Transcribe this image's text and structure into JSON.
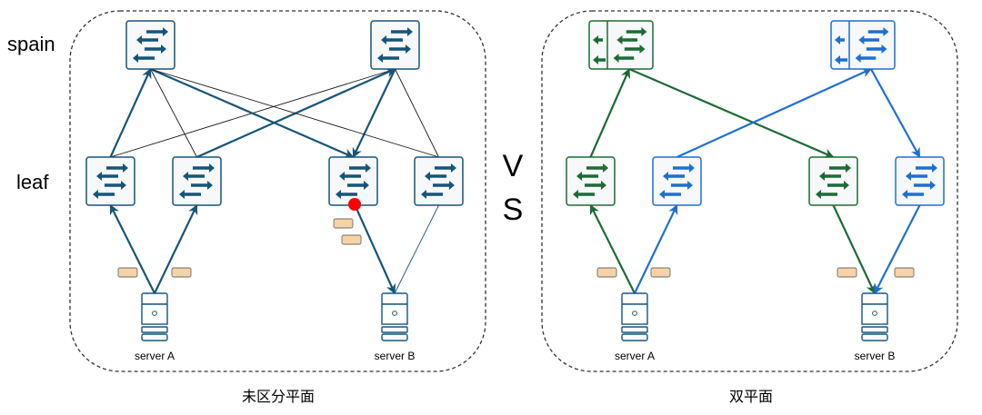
{
  "labels": {
    "spine": "spain",
    "leaf": "leaf",
    "vs_v": "V",
    "vs_s": "S"
  },
  "colors": {
    "navy": "#15557a",
    "green": "#1c6b35",
    "blue": "#1f6fd1",
    "red_dot": "#ff0000",
    "packet_fill": "#f6d3a6",
    "packet_stroke": "#6b6b6b",
    "box_fill": "#f7f8f9",
    "thin_line": "#1a1a1a"
  },
  "panels": [
    {
      "id": "single-plane",
      "caption": "未区分平面",
      "servers": [
        {
          "id": "A",
          "label": "server A"
        },
        {
          "id": "B",
          "label": "server B"
        }
      ],
      "spines": [
        {
          "id": "S1",
          "color": "navy",
          "dual": false
        },
        {
          "id": "S2",
          "color": "navy",
          "dual": false
        }
      ],
      "leaves": [
        {
          "id": "L1",
          "color": "navy"
        },
        {
          "id": "L2",
          "color": "navy"
        },
        {
          "id": "L3",
          "color": "navy",
          "congestion_marker": true
        },
        {
          "id": "L4",
          "color": "navy"
        }
      ],
      "links": [
        {
          "from": "L1",
          "to": "S1",
          "color": "navy",
          "style": "bold",
          "arrow": "end"
        },
        {
          "from": "L1",
          "to": "S2",
          "color": "thin",
          "style": "thin",
          "arrow": "none"
        },
        {
          "from": "L2",
          "to": "S1",
          "color": "thin",
          "style": "thin",
          "arrow": "none"
        },
        {
          "from": "L2",
          "to": "S2",
          "color": "navy",
          "style": "bold",
          "arrow": "end"
        },
        {
          "from": "S1",
          "to": "L3",
          "color": "navy",
          "style": "bold",
          "arrow": "end"
        },
        {
          "from": "S2",
          "to": "L3",
          "color": "navy",
          "style": "bold",
          "arrow": "end"
        },
        {
          "from": "S1",
          "to": "L4",
          "color": "thin",
          "style": "thin",
          "arrow": "none"
        },
        {
          "from": "S2",
          "to": "L4",
          "color": "thin",
          "style": "thin",
          "arrow": "none"
        },
        {
          "from": "A",
          "to": "L1",
          "color": "navy",
          "style": "bold",
          "arrow": "end"
        },
        {
          "from": "A",
          "to": "L2",
          "color": "navy",
          "style": "bold",
          "arrow": "end"
        },
        {
          "from": "L3",
          "to": "B",
          "color": "navy",
          "style": "bold",
          "arrow": "end"
        },
        {
          "from": "L4",
          "to": "B",
          "color": "navy",
          "style": "thin",
          "arrow": "none"
        }
      ],
      "packets": 4
    },
    {
      "id": "dual-plane",
      "caption": "双平面",
      "servers": [
        {
          "id": "A",
          "label": "server A"
        },
        {
          "id": "B",
          "label": "server B"
        }
      ],
      "spines": [
        {
          "id": "S1",
          "color": "green",
          "dual": true
        },
        {
          "id": "S2",
          "color": "blue",
          "dual": true
        }
      ],
      "leaves": [
        {
          "id": "L1",
          "color": "green"
        },
        {
          "id": "L2",
          "color": "blue"
        },
        {
          "id": "L3",
          "color": "green"
        },
        {
          "id": "L4",
          "color": "blue"
        }
      ],
      "links": [
        {
          "from": "L1",
          "to": "S1",
          "color": "green",
          "style": "bold",
          "arrow": "end"
        },
        {
          "from": "S1",
          "to": "L3",
          "color": "green",
          "style": "bold",
          "arrow": "end"
        },
        {
          "from": "L2",
          "to": "S2",
          "color": "blue",
          "style": "bold",
          "arrow": "end"
        },
        {
          "from": "S2",
          "to": "L4",
          "color": "blue",
          "style": "bold",
          "arrow": "end"
        },
        {
          "from": "A",
          "to": "L1",
          "color": "green",
          "style": "bold",
          "arrow": "end"
        },
        {
          "from": "A",
          "to": "L2",
          "color": "blue",
          "style": "bold",
          "arrow": "end"
        },
        {
          "from": "L3",
          "to": "B",
          "color": "green",
          "style": "bold",
          "arrow": "end"
        },
        {
          "from": "L4",
          "to": "B",
          "color": "blue",
          "style": "bold",
          "arrow": "end"
        }
      ],
      "packets": 4
    }
  ]
}
